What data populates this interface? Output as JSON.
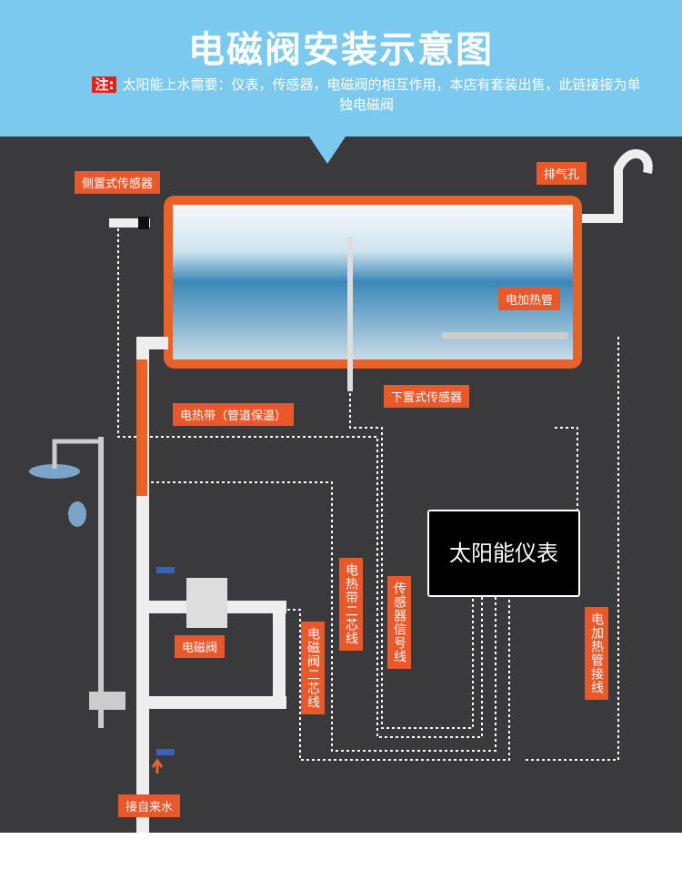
{
  "header": {
    "title": "电磁阀安装示意图",
    "note_tag": "注:",
    "note_text": "太阳能上水需要：仪表，传感器，电磁阀的相互作用，本店有套装出售，此链接接为单独电磁阀"
  },
  "labels": {
    "side_sensor": "侧置式传感器",
    "vent": "排气孔",
    "heater_tube": "电加热管",
    "bottom_sensor": "下置式传感器",
    "heat_belt": "电热带（管道保温）",
    "solenoid": "电磁阀",
    "tap_water": "接自来水",
    "meter": "太阳能仪表",
    "heat_belt_wire": "电热带二芯线",
    "sensor_signal_wire": "传感器信号线",
    "solenoid_wire": "电磁阀二芯线",
    "heater_wire": "电加热管接线"
  },
  "colors": {
    "header": "#7cc9f0",
    "background": "#3a3a3c",
    "label": "#e9582a",
    "tank_border": "#e9622a"
  }
}
